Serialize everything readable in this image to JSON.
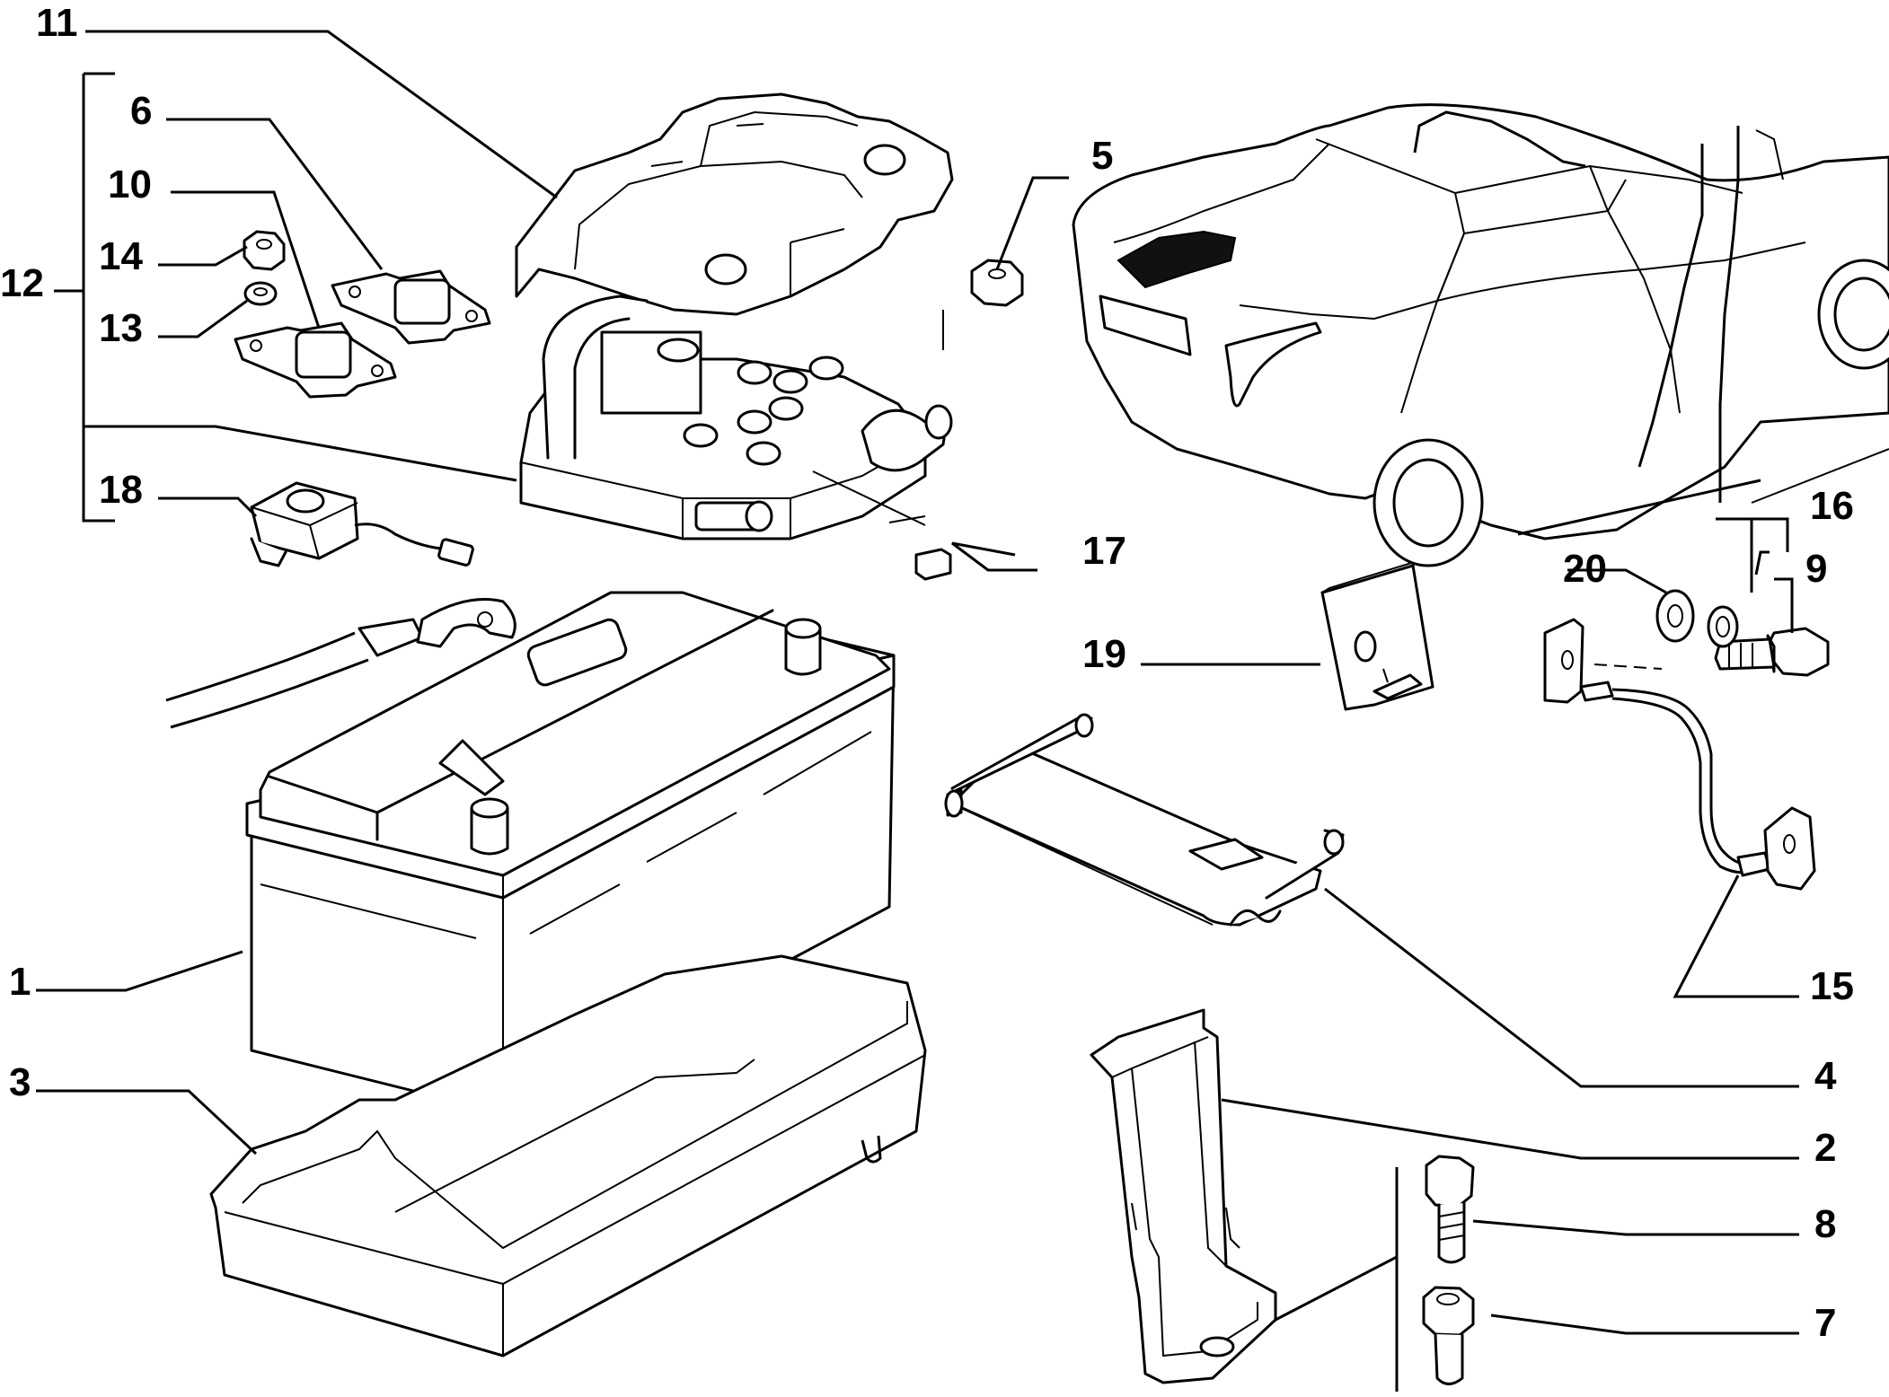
{
  "callouts": [
    {
      "id": "1",
      "label": "1"
    },
    {
      "id": "2",
      "label": "2"
    },
    {
      "id": "3",
      "label": "3"
    },
    {
      "id": "4",
      "label": "4"
    },
    {
      "id": "5",
      "label": "5"
    },
    {
      "id": "6",
      "label": "6"
    },
    {
      "id": "7",
      "label": "7"
    },
    {
      "id": "8",
      "label": "8"
    },
    {
      "id": "9",
      "label": "9"
    },
    {
      "id": "10",
      "label": "10"
    },
    {
      "id": "11",
      "label": "11"
    },
    {
      "id": "12",
      "label": "12"
    },
    {
      "id": "13",
      "label": "13"
    },
    {
      "id": "14",
      "label": "14"
    },
    {
      "id": "15",
      "label": "15"
    },
    {
      "id": "16",
      "label": "16"
    },
    {
      "id": "17",
      "label": "17"
    },
    {
      "id": "18",
      "label": "18"
    },
    {
      "id": "19",
      "label": "19"
    },
    {
      "id": "20",
      "label": "20"
    }
  ],
  "parts": [
    {
      "ref": "1",
      "name": "battery"
    },
    {
      "ref": "2",
      "name": "battery-clamp-bracket"
    },
    {
      "ref": "3",
      "name": "battery-tray"
    },
    {
      "ref": "4",
      "name": "hold-down-bar"
    },
    {
      "ref": "5",
      "name": "nut"
    },
    {
      "ref": "6",
      "name": "fuse"
    },
    {
      "ref": "7",
      "name": "spacer"
    },
    {
      "ref": "8",
      "name": "bolt"
    },
    {
      "ref": "9",
      "name": "bolt"
    },
    {
      "ref": "10",
      "name": "fuse"
    },
    {
      "ref": "11",
      "name": "terminal-cover"
    },
    {
      "ref": "12",
      "name": "fuse-box-assembly"
    },
    {
      "ref": "13",
      "name": "washer"
    },
    {
      "ref": "14",
      "name": "nut"
    },
    {
      "ref": "15",
      "name": "ground-cable"
    },
    {
      "ref": "16",
      "name": "spring-washer"
    },
    {
      "ref": "17",
      "name": "fuse-insert"
    },
    {
      "ref": "18",
      "name": "inertia-switch"
    },
    {
      "ref": "19",
      "name": "clip"
    },
    {
      "ref": "20",
      "name": "washer"
    }
  ]
}
